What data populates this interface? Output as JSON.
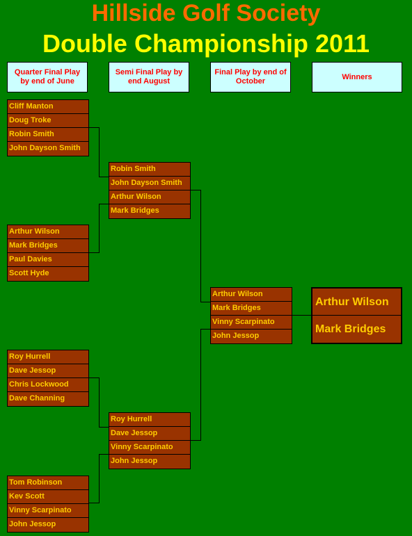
{
  "title": "Hillside Golf Society",
  "subtitle": "Double Championship 2011",
  "headers": [
    "Quarter Final Play by end of June",
    "Semi Final Play by end August",
    "Final Play by end of October",
    "Winners"
  ],
  "quarter_finals": [
    [
      "Cliff Manton",
      "Doug Troke",
      "Robin Smith",
      "John Dayson Smith"
    ],
    [
      "Arthur Wilson",
      "Mark Bridges",
      "Paul Davies",
      "Scott Hyde"
    ],
    [
      "Roy Hurrell",
      "Dave Jessop",
      "Chris Lockwood",
      "Dave Channing"
    ],
    [
      "Tom Robinson",
      "Kev Scott",
      "Vinny Scarpinato",
      "John Jessop"
    ]
  ],
  "semi_finals": [
    [
      "Robin Smith",
      "John Dayson Smith",
      "Arthur Wilson",
      "Mark Bridges"
    ],
    [
      "Roy Hurrell",
      "Dave Jessop",
      "Vinny Scarpinato",
      "John Jessop"
    ]
  ],
  "final": [
    "Arthur Wilson",
    "Mark Bridges",
    "Vinny Scarpinato",
    "John Jessop"
  ],
  "winners": [
    "Arthur Wilson",
    "Mark Bridges"
  ],
  "colors": {
    "background": "#008000",
    "title": "#ff6a00",
    "subtitle": "#ffff00",
    "header_bg": "#ccffff",
    "header_text": "#ff0000",
    "cell_bg": "#993300",
    "cell_text": "#ffcc00"
  }
}
